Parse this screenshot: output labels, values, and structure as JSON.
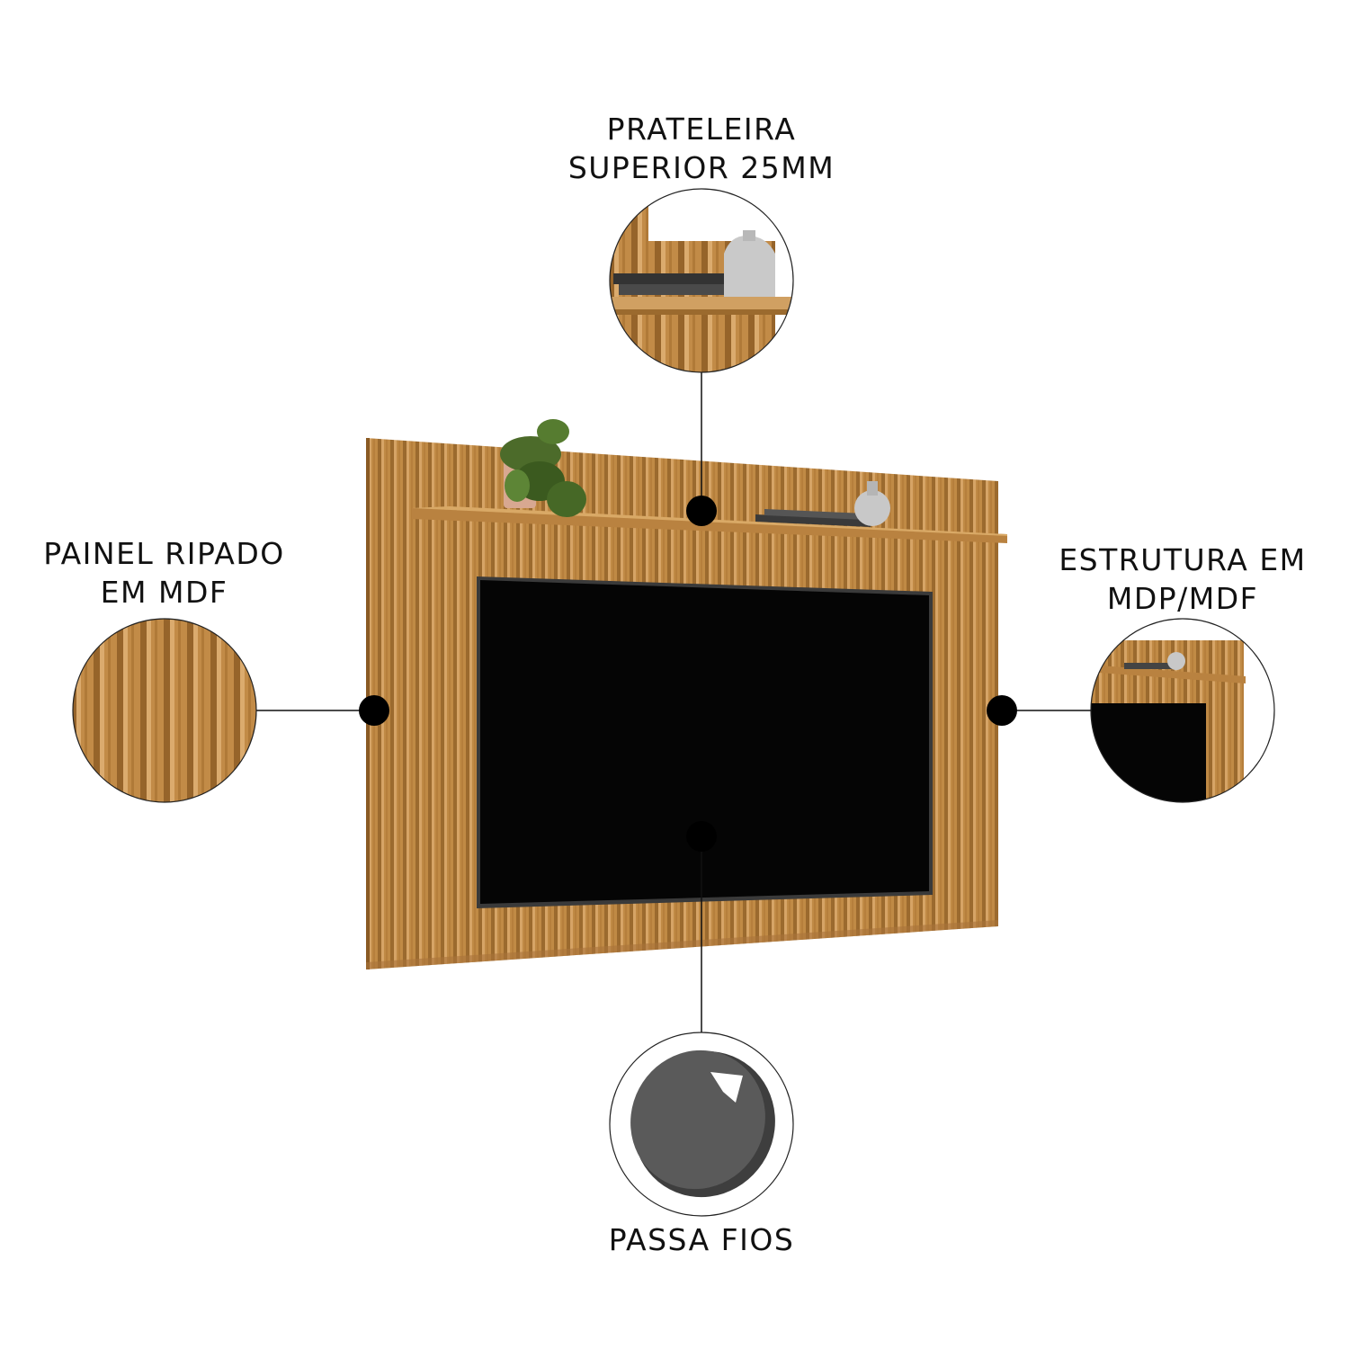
{
  "callouts": {
    "shelf": {
      "line1": "PRATELEIRA",
      "line2": "SUPERIOR 25MM"
    },
    "panel": {
      "line1": "PAINEL RIPADO",
      "line2": "EM MDF"
    },
    "structure": {
      "line1": "ESTRUTURA EM",
      "line2": "MDP/MDF"
    },
    "grommet": {
      "line1": "PASSA FIOS"
    }
  },
  "colors": {
    "wood": "#c08a45",
    "wood_dark": "#9b6a2e",
    "wood_light": "#d4a062",
    "tv_screen": "#050505",
    "tv_frame": "#3a3a3a",
    "marker": "#000000",
    "grommet": "#5a5a5a"
  },
  "icons": {
    "marker": "black-dot-marker",
    "plant": "potted-plant",
    "vase": "ceramic-vase",
    "books": "stacked-books"
  }
}
